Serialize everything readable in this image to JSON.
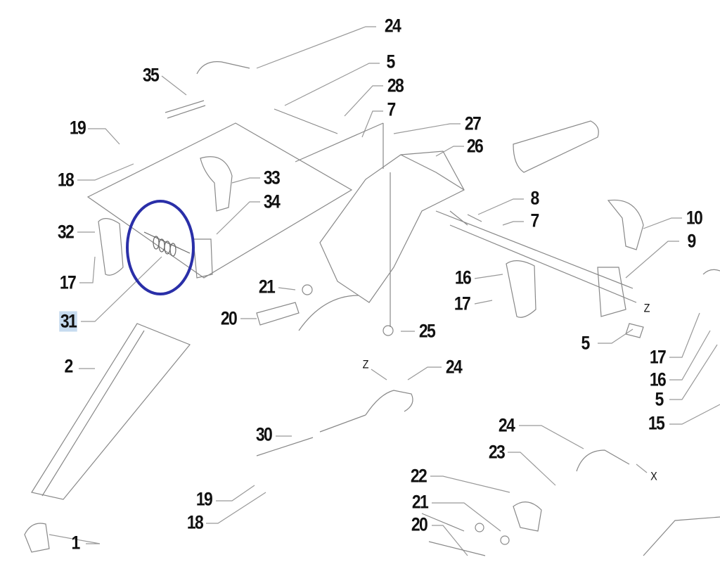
{
  "labels": [
    "24",
    "5",
    "35",
    "28",
    "7",
    "19",
    "27",
    "26",
    "18",
    "33",
    "34",
    "8",
    "10",
    "7",
    "32",
    "9",
    "17",
    "16",
    "21",
    "17",
    "Z",
    "31",
    "20",
    "25",
    "5",
    "2",
    "Z",
    "24",
    "17",
    "16",
    "5",
    "15",
    "24",
    "30",
    "23",
    "X",
    "22",
    "21",
    "19",
    "18",
    "20",
    "1"
  ],
  "highlighted_label": "31",
  "colors": {
    "highlight": "#c6dbef",
    "circle": "#2a2fa8",
    "lines": "#888888"
  }
}
